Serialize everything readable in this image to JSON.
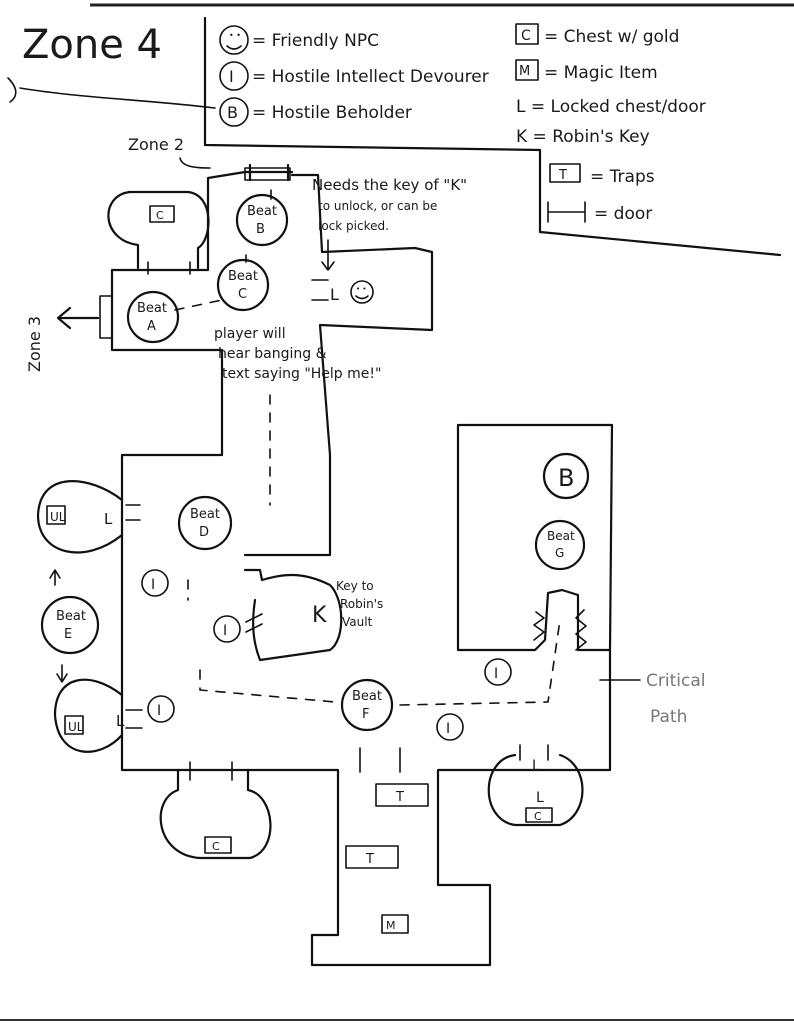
{
  "title": "Zone 4",
  "legend": {
    "friendly_npc": "= Friendly NPC",
    "intellect_devourer": "= Hostile Intellect Devourer",
    "beholder": "= Hostile Beholder",
    "chest": "= Chest w/ gold",
    "magic_item": "= Magic Item",
    "locked": "L = Locked chest/door",
    "key": "K = Robin's Key",
    "traps": "= Traps",
    "door": "= door",
    "sym_intellect": "I",
    "sym_beholder": "B",
    "sym_chest": "C",
    "sym_magic": "M",
    "sym_trap": "T"
  },
  "exits": {
    "zone2": "Zone 2",
    "zone3": "Zone 3"
  },
  "notes": {
    "key_note_1": "Needs the key of \"K\"",
    "key_note_2": "to unlock, or can be",
    "key_note_3": "lock picked.",
    "banging_1": "player will",
    "banging_2": "hear banging &",
    "banging_3": "text saying \"Help me!\"",
    "key_room_1": "Key to",
    "key_room_2": "Robin's",
    "key_room_3": "Vault",
    "critical_1": "Critical",
    "critical_2": "Path"
  },
  "beats": {
    "a": [
      "Beat",
      "A"
    ],
    "b": [
      "Beat",
      "B"
    ],
    "c": [
      "Beat",
      "C"
    ],
    "d": [
      "Beat",
      "D"
    ],
    "e": [
      "Beat",
      "E"
    ],
    "f": [
      "Beat",
      "F"
    ],
    "g": [
      "Beat",
      "G"
    ]
  },
  "markers": {
    "locked": "L",
    "key": "K",
    "intellect": "I",
    "beholder": "B",
    "chest": "C",
    "magic": "M",
    "trap": "T",
    "ul": "UL"
  }
}
